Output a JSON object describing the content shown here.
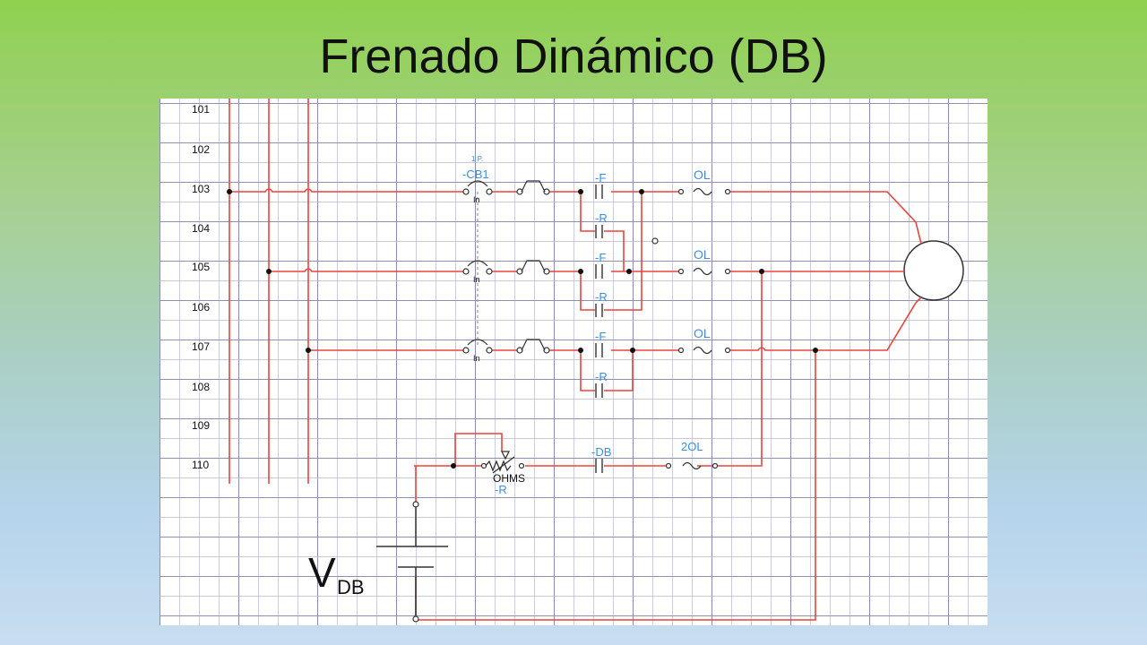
{
  "slide": {
    "title": "Frenado Dinámico (DB)"
  },
  "diagram": {
    "rung_numbers": [
      "101",
      "102",
      "103",
      "104",
      "105",
      "106",
      "107",
      "108",
      "109",
      "110"
    ],
    "breaker": {
      "poles": "1 P.",
      "tag": "-CB1",
      "trip": "In"
    },
    "contact_labels": {
      "forward": "-F",
      "reverse": "-R",
      "db": "-DB"
    },
    "overload_label": "OL",
    "db_overload_label": "2OL",
    "resistor": {
      "unit": "OHMS",
      "tag": "-R"
    },
    "source": {
      "symbol": "V",
      "subscript": "DB"
    }
  },
  "colors": {
    "wire": "#e8453c",
    "label": "#3a8ee6",
    "grid": "#b7b7d2",
    "grid_major": "#8f8fb0"
  }
}
